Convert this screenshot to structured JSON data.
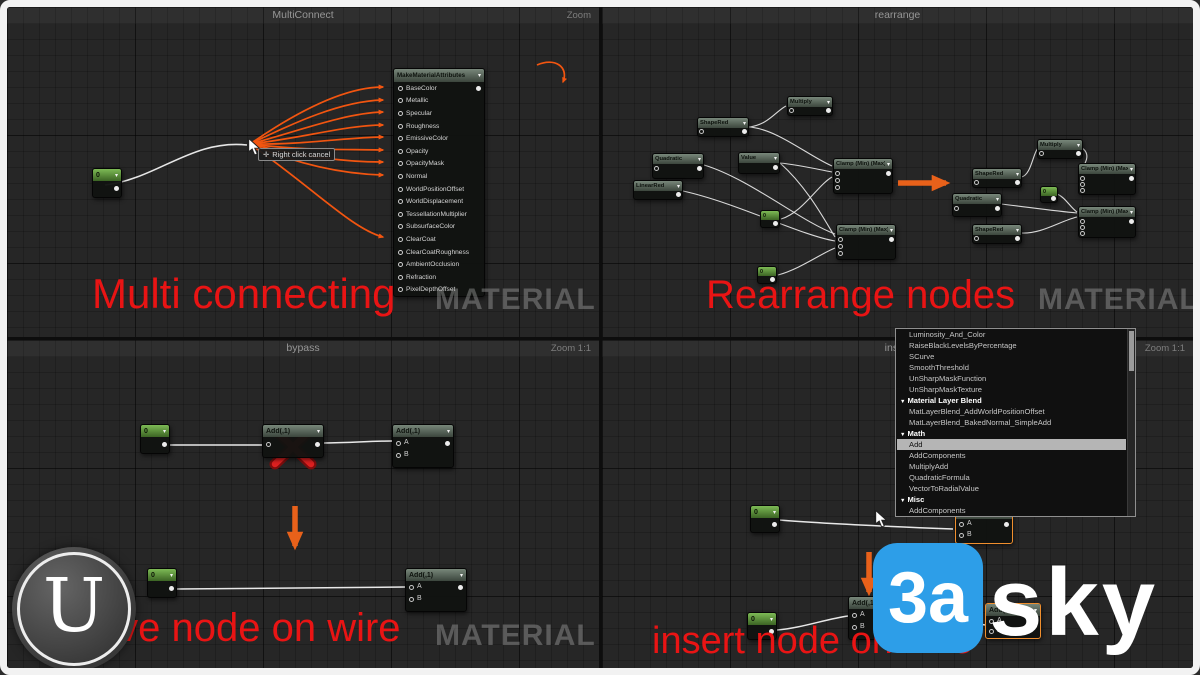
{
  "ui": {
    "caret_icon": "▾",
    "category_arrow": "▼"
  },
  "watermark": {
    "full": "MATERIAL"
  },
  "logos": {
    "ue_letter": "U",
    "badge": "3a",
    "brand": "sky"
  },
  "panels": {
    "multiconnect": {
      "title": "MultiConnect",
      "zoom_label": "Zoom",
      "caption": "Multi connecting",
      "tooltip": {
        "icon": "✛",
        "label": "Right click cancel"
      },
      "const_node": {
        "value": "0"
      },
      "mma": {
        "title": "MakeMaterialAttributes",
        "pins": [
          "BaseColor",
          "Metallic",
          "Specular",
          "Roughness",
          "EmissiveColor",
          "Opacity",
          "OpacityMask",
          "Normal",
          "WorldPositionOffset",
          "WorldDisplacement",
          "TessellationMultiplier",
          "SubsurfaceColor",
          "ClearCoat",
          "ClearCoatRoughness",
          "AmbientOcclusion",
          "Refraction",
          "PixelDepthOffset"
        ]
      }
    },
    "rearrange": {
      "title": "rearrange",
      "caption": "Rearrange nodes",
      "scattered": [
        "Multiply",
        "ShapeRed",
        "Quadratic",
        "Value",
        "Clamp (Min) (Max)",
        "LinearRed",
        "0",
        "Clamp (Min) (Max)",
        "0"
      ],
      "arranged": [
        "Multiply",
        "Clamp (Min) (Max)",
        "ShapeRed",
        "Quadratic",
        "0",
        "Clamp (Min) (Max)",
        "ShapeRed"
      ]
    },
    "bypass": {
      "title": "bypass",
      "zoom_label": "Zoom 1:1",
      "caption": "remove node on wire",
      "const_value": "0",
      "add_title": "Add(,1)",
      "pin_a": "A",
      "pin_b": "B"
    },
    "insert": {
      "title": "insert",
      "zoom_label": "Zoom 1:1",
      "caption": "insert node on wire",
      "const_value": "0",
      "add_title": "Add(,1)",
      "pin_a": "A",
      "pin_b": "B",
      "menu": {
        "items": [
          {
            "label": "Luminosity_And_Color",
            "kind": "item"
          },
          {
            "label": "RaiseBlackLevelsByPercentage",
            "kind": "item"
          },
          {
            "label": "SCurve",
            "kind": "item"
          },
          {
            "label": "SmoothThreshold",
            "kind": "item"
          },
          {
            "label": "UnSharpMaskFunction",
            "kind": "item"
          },
          {
            "label": "UnSharpMaskTexture",
            "kind": "item"
          },
          {
            "label": "Material Layer Blend",
            "kind": "category"
          },
          {
            "label": "MatLayerBlend_AddWorldPositionOffset",
            "kind": "item"
          },
          {
            "label": "MatLayerBlend_BakedNormal_SimpleAdd",
            "kind": "item"
          },
          {
            "label": "Math",
            "kind": "category"
          },
          {
            "label": "Add",
            "kind": "selected"
          },
          {
            "label": "AddComponents",
            "kind": "item"
          },
          {
            "label": "MultiplyAdd",
            "kind": "item"
          },
          {
            "label": "QuadraticFormula",
            "kind": "item"
          },
          {
            "label": "VectorToRadialValue",
            "kind": "item"
          },
          {
            "label": "Misc",
            "kind": "category"
          },
          {
            "label": "AddComponents",
            "kind": "item"
          }
        ]
      }
    }
  }
}
